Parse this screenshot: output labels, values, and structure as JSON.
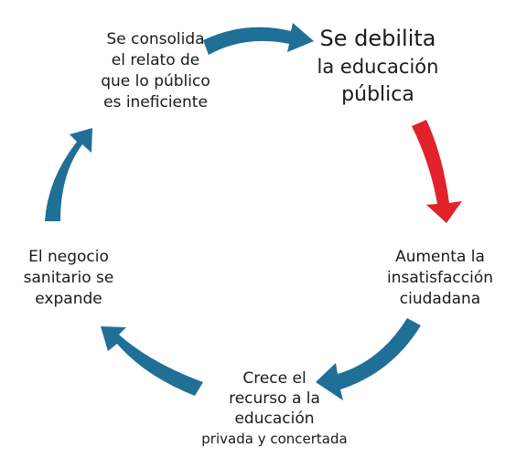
{
  "colors": {
    "arrow_blue": "#1f6f97",
    "arrow_red": "#e1222a",
    "text": "#1a1a1a"
  },
  "cycle": {
    "top_left": {
      "lines": [
        "Se consolida",
        "el relato de",
        "que lo público",
        "es ineficiente"
      ]
    },
    "top_right": {
      "lines": [
        "Se debilita",
        "la educación",
        "pública"
      ]
    },
    "right": {
      "lines": [
        "Aumenta la",
        "insatisfacción",
        "ciudadana"
      ]
    },
    "bottom": {
      "lines": [
        "Crece el",
        "recurso a la",
        "educación",
        "privada y concertada"
      ]
    },
    "left": {
      "lines": [
        "El negocio",
        "sanitario se",
        "expande"
      ]
    }
  }
}
